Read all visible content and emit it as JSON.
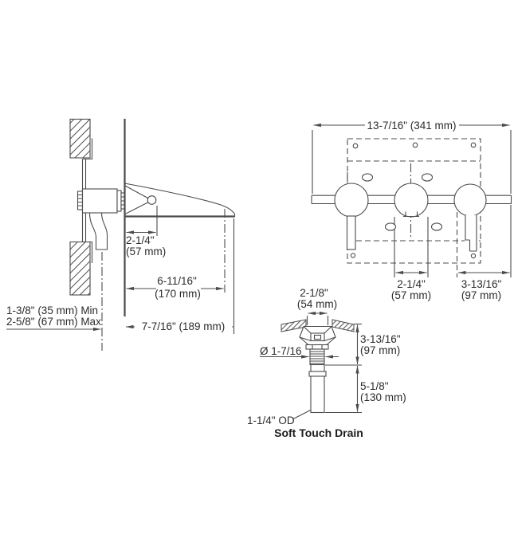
{
  "drawing_title": "Wall-mount bath faucet trim and drain installation dimensions",
  "colors": {
    "line": "#4b4b4b",
    "text": "#2b2b2b",
    "background": "#ffffff"
  },
  "side_view": {
    "dim_spout_outlet_offset_in": "2-1/4\"",
    "dim_spout_outlet_offset_mm": "(57 mm)",
    "dim_outlet_reach_in": "6-11/16\"",
    "dim_outlet_reach_mm": "(170 mm)",
    "wall_thickness_min": "1-3/8\" (35 mm) Min",
    "wall_thickness_max": "2-5/8\" (67 mm) Max",
    "dim_spout_length": "7-7/16\" (189 mm)"
  },
  "front_view": {
    "dim_overall_width": "13-7/16\" (341 mm)",
    "dim_center_spacing_in": "2-1/4\"",
    "dim_center_spacing_mm": "(57 mm)",
    "dim_handle_span_in": "3-13/16\"",
    "dim_handle_span_mm": "(97 mm)"
  },
  "drain_view": {
    "dim_flange_width_in": "2-1/8\"",
    "dim_flange_width_mm": "(54 mm)",
    "dim_body_diameter": "Ø 1-7/16",
    "dim_upper_length_in": "3-13/16\"",
    "dim_upper_length_mm": "(97 mm)",
    "dim_tailpiece_length_in": "5-1/8\"",
    "dim_tailpiece_length_mm": "(130 mm)",
    "label_od": "1-1/4\" OD",
    "caption": "Soft Touch Drain"
  }
}
